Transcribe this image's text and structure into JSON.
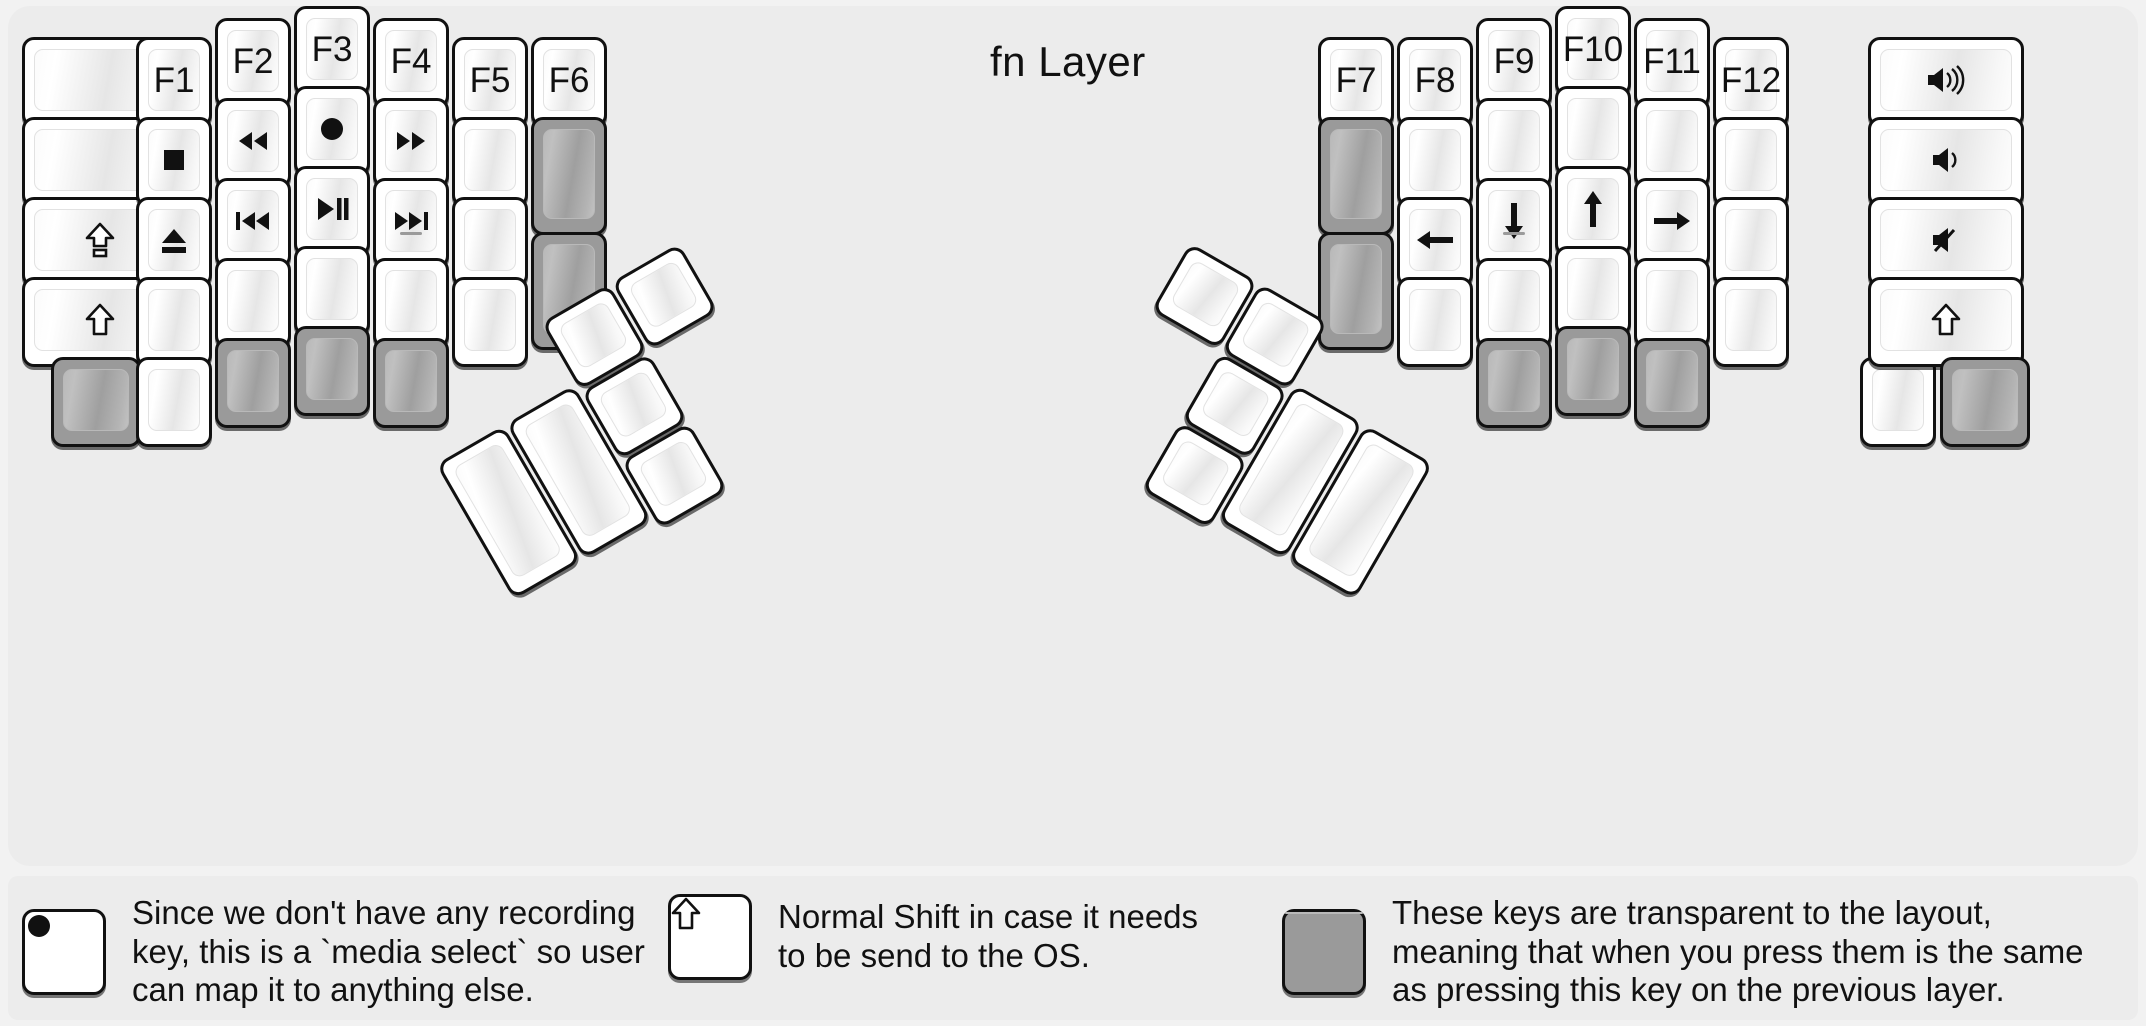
{
  "title": "fn Layer",
  "colors": {
    "background": "#f2f2f2",
    "panel": "#ececec",
    "key_face": "#ffffff",
    "key_outline": "#111111",
    "transparent_key": "#9a9a9a",
    "legend_text": "#111111"
  },
  "left_half": {
    "columns": [
      {
        "name": "pinky-outer",
        "keys": [
          {
            "label": "",
            "icon": "",
            "type": "blank",
            "width": 1.55,
            "height": 1
          },
          {
            "label": "",
            "icon": "",
            "type": "blank",
            "width": 1.55,
            "height": 1
          },
          {
            "label": "",
            "icon": "caps-lock-icon",
            "type": "icon",
            "width": 1.55,
            "height": 1
          },
          {
            "label": "",
            "icon": "shift-icon",
            "type": "icon",
            "width": 1.55,
            "height": 1
          },
          {
            "label": "",
            "icon": "",
            "type": "transparent",
            "width": 1,
            "height": 1
          }
        ]
      },
      {
        "name": "pinky",
        "keys": [
          {
            "label": "F1",
            "icon": "",
            "type": "text"
          },
          {
            "label": "",
            "icon": "media-stop-icon",
            "type": "icon"
          },
          {
            "label": "",
            "icon": "media-eject-icon",
            "type": "icon"
          },
          {
            "label": "",
            "icon": "",
            "type": "blank"
          },
          {
            "label": "",
            "icon": "",
            "type": "blank"
          }
        ]
      },
      {
        "name": "ring",
        "keys": [
          {
            "label": "F2",
            "icon": "",
            "type": "text"
          },
          {
            "label": "",
            "icon": "media-rewind-icon",
            "type": "icon"
          },
          {
            "label": "",
            "icon": "media-prev-track-icon",
            "type": "icon"
          },
          {
            "label": "",
            "icon": "",
            "type": "blank"
          },
          {
            "label": "",
            "icon": "",
            "type": "transparent"
          }
        ]
      },
      {
        "name": "middle",
        "keys": [
          {
            "label": "F3",
            "icon": "",
            "type": "text"
          },
          {
            "label": "",
            "icon": "media-record-icon",
            "type": "icon"
          },
          {
            "label": "",
            "icon": "media-play-pause-icon",
            "type": "icon"
          },
          {
            "label": "",
            "icon": "",
            "type": "blank"
          },
          {
            "label": "",
            "icon": "",
            "type": "transparent"
          }
        ]
      },
      {
        "name": "index",
        "keys": [
          {
            "label": "F4",
            "icon": "",
            "type": "text"
          },
          {
            "label": "",
            "icon": "media-fast-forward-icon",
            "type": "icon"
          },
          {
            "label": "",
            "icon": "media-next-track-icon",
            "type": "icon",
            "homing": true
          },
          {
            "label": "",
            "icon": "",
            "type": "blank"
          },
          {
            "label": "",
            "icon": "",
            "type": "transparent"
          }
        ]
      },
      {
        "name": "index-inner",
        "keys": [
          {
            "label": "F5",
            "icon": "",
            "type": "text"
          },
          {
            "label": "",
            "icon": "",
            "type": "blank"
          },
          {
            "label": "",
            "icon": "",
            "type": "blank"
          },
          {
            "label": "",
            "icon": "",
            "type": "blank"
          }
        ]
      },
      {
        "name": "inner",
        "keys": [
          {
            "label": "F6",
            "icon": "",
            "type": "text",
            "height": 1
          },
          {
            "label": "",
            "icon": "",
            "type": "transparent",
            "height": 1.5
          },
          {
            "label": "",
            "icon": "",
            "type": "transparent",
            "height": 1.5
          }
        ]
      }
    ],
    "thumb_cluster": {
      "rotation_deg": -30,
      "keys": [
        {
          "label": "",
          "icon": "",
          "type": "blank",
          "size": "2u-tall"
        },
        {
          "label": "",
          "icon": "",
          "type": "blank",
          "size": "2u-tall"
        },
        {
          "label": "",
          "icon": "",
          "type": "blank",
          "size": "1u"
        },
        {
          "label": "",
          "icon": "",
          "type": "blank",
          "size": "1u"
        },
        {
          "label": "",
          "icon": "",
          "type": "blank",
          "size": "1u"
        }
      ]
    }
  },
  "right_half": {
    "columns": [
      {
        "name": "inner",
        "keys": [
          {
            "label": "F7",
            "icon": "",
            "type": "text",
            "height": 1
          },
          {
            "label": "",
            "icon": "",
            "type": "transparent",
            "height": 1.5
          },
          {
            "label": "",
            "icon": "",
            "type": "transparent",
            "height": 1.5
          }
        ]
      },
      {
        "name": "index-inner",
        "keys": [
          {
            "label": "F8",
            "icon": "",
            "type": "text"
          },
          {
            "label": "",
            "icon": "",
            "type": "blank"
          },
          {
            "label": "",
            "icon": "arrow-left-icon",
            "type": "icon"
          },
          {
            "label": "",
            "icon": "",
            "type": "blank"
          }
        ]
      },
      {
        "name": "index",
        "keys": [
          {
            "label": "F9",
            "icon": "",
            "type": "text"
          },
          {
            "label": "",
            "icon": "",
            "type": "blank"
          },
          {
            "label": "",
            "icon": "arrow-down-icon",
            "type": "icon",
            "homing": true
          },
          {
            "label": "",
            "icon": "",
            "type": "blank"
          },
          {
            "label": "",
            "icon": "",
            "type": "transparent"
          }
        ]
      },
      {
        "name": "middle",
        "keys": [
          {
            "label": "F10",
            "icon": "",
            "type": "text"
          },
          {
            "label": "",
            "icon": "",
            "type": "blank"
          },
          {
            "label": "",
            "icon": "arrow-up-icon",
            "type": "icon"
          },
          {
            "label": "",
            "icon": "",
            "type": "blank"
          },
          {
            "label": "",
            "icon": "",
            "type": "transparent"
          }
        ]
      },
      {
        "name": "ring",
        "keys": [
          {
            "label": "F11",
            "icon": "",
            "type": "text"
          },
          {
            "label": "",
            "icon": "",
            "type": "blank"
          },
          {
            "label": "",
            "icon": "arrow-right-icon",
            "type": "icon"
          },
          {
            "label": "",
            "icon": "",
            "type": "blank"
          },
          {
            "label": "",
            "icon": "",
            "type": "transparent"
          }
        ]
      },
      {
        "name": "pinky",
        "keys": [
          {
            "label": "F12",
            "icon": "",
            "type": "text"
          },
          {
            "label": "",
            "icon": "",
            "type": "blank"
          },
          {
            "label": "",
            "icon": "",
            "type": "blank"
          },
          {
            "label": "",
            "icon": "",
            "type": "blank"
          },
          {
            "label": "",
            "icon": "",
            "type": "blank"
          }
        ]
      },
      {
        "name": "pinky-outer",
        "keys": [
          {
            "label": "",
            "icon": "volume-up-icon",
            "type": "icon",
            "width": 1.55
          },
          {
            "label": "",
            "icon": "volume-down-icon",
            "type": "icon",
            "width": 1.55
          },
          {
            "label": "",
            "icon": "volume-mute-icon",
            "type": "icon",
            "width": 1.55
          },
          {
            "label": "",
            "icon": "shift-icon",
            "type": "icon",
            "width": 1.55
          },
          {
            "label": "",
            "icon": "",
            "type": "transparent",
            "width": 1
          }
        ]
      }
    ],
    "thumb_cluster": {
      "rotation_deg": 30,
      "keys": [
        {
          "label": "",
          "icon": "",
          "type": "blank",
          "size": "1u"
        },
        {
          "label": "",
          "icon": "",
          "type": "blank",
          "size": "1u"
        },
        {
          "label": "",
          "icon": "",
          "type": "blank",
          "size": "1u"
        },
        {
          "label": "",
          "icon": "",
          "type": "blank",
          "size": "2u-tall"
        },
        {
          "label": "",
          "icon": "",
          "type": "blank",
          "size": "2u-tall"
        }
      ]
    }
  },
  "legend": [
    {
      "key_icon": "media-record-icon",
      "key_type": "normal",
      "text": "Since we don't have any recording\nkey, this is a `media select` so user\ncan map it to anything else."
    },
    {
      "key_icon": "shift-icon",
      "key_type": "normal",
      "text": "Normal Shift in case it needs\nto be send to the OS."
    },
    {
      "key_icon": "",
      "key_type": "transparent",
      "text": "These keys are transparent to the layout,\nmeaning that when you press them is the same\nas pressing this key on the previous layer."
    }
  ]
}
